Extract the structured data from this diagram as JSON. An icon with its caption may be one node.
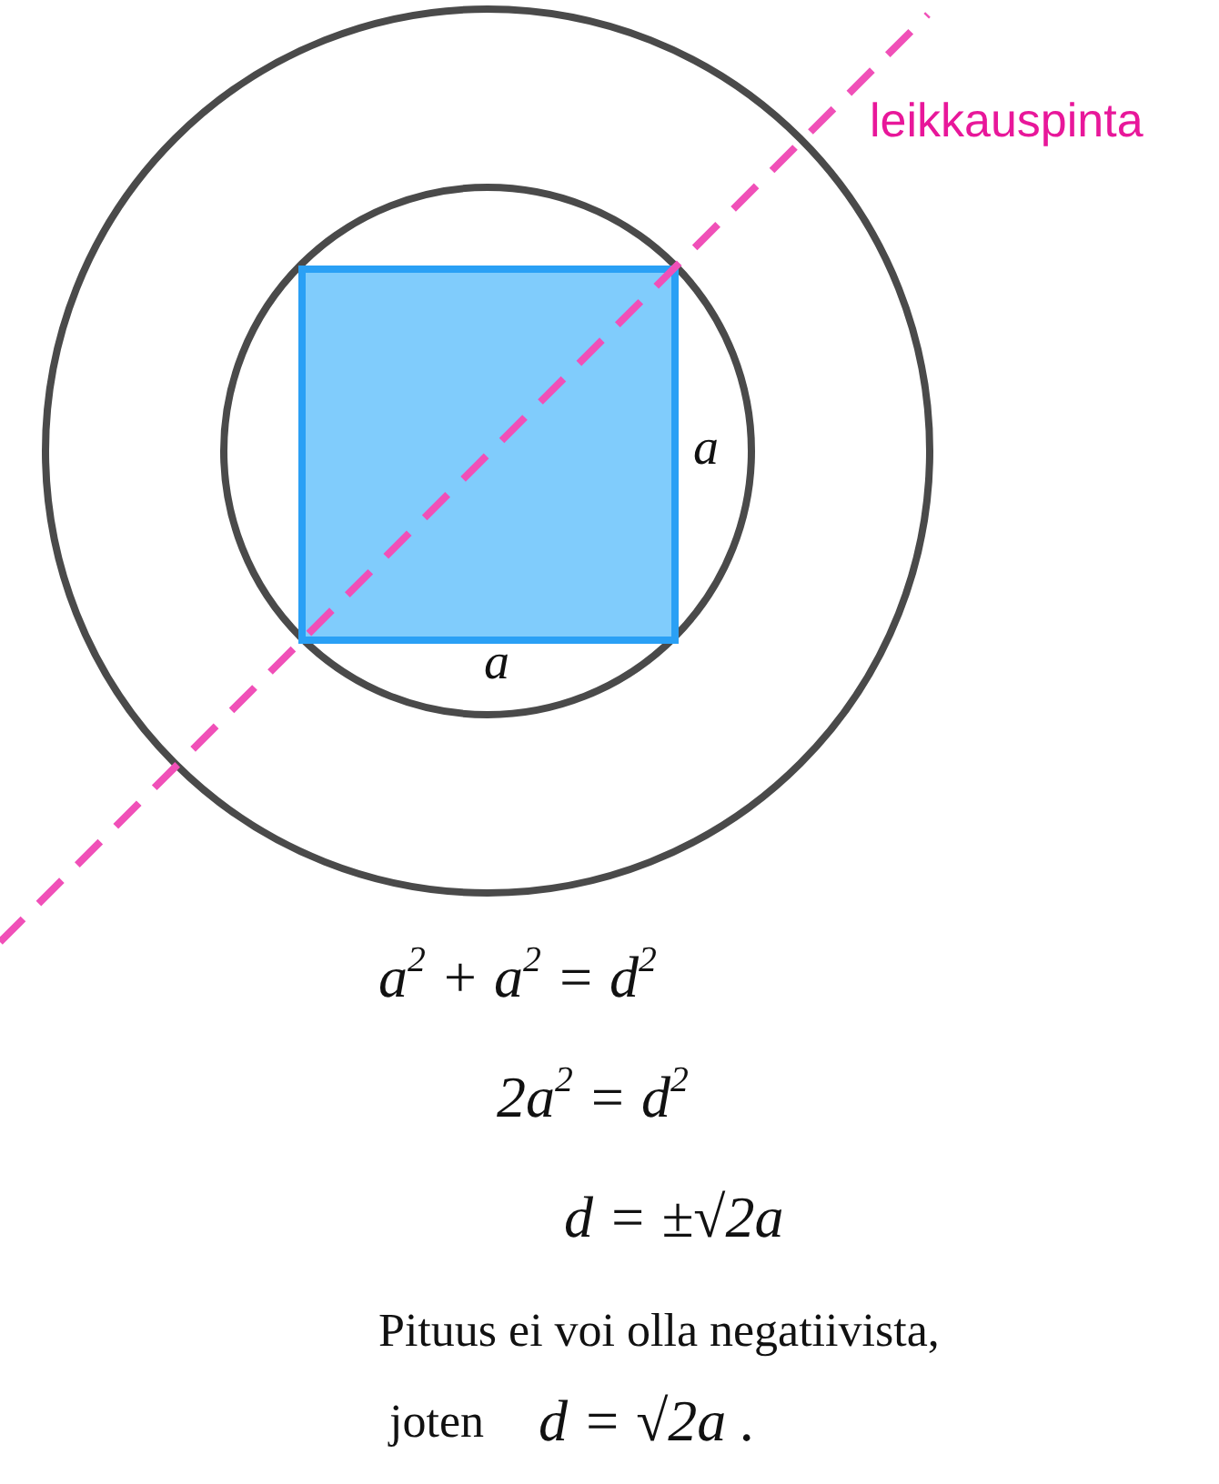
{
  "diagram": {
    "labels": [
      "leikkauspinta",
      "a",
      "a",
      "a$^{2}$ + a$^{2}$ = d$^{2}$",
      "2a$^{2}$ = d$^{2}$",
      "d = ±√2a",
      "Pituus ei voi olla negatiivista,",
      "joten",
      "d = √2a ."
    ]
  }
}
